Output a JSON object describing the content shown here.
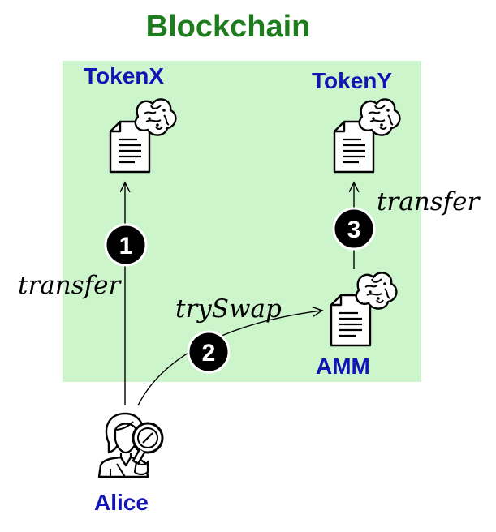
{
  "title": "Blockchain",
  "nodes": {
    "token_x": "TokenX",
    "token_y": "TokenY",
    "amm": "AMM",
    "alice": "Alice"
  },
  "edges": {
    "transfer_x": "transfer",
    "try_swap": "trySwap",
    "transfer_y": "transfer"
  },
  "steps": [
    "1",
    "2",
    "3"
  ],
  "colors": {
    "title": "#1e7b1e",
    "node_label": "#1414b4",
    "region_fill": "#ccf5cc"
  },
  "icons": {
    "contract": "smart-contract-brain-icon",
    "user": "user-magnifier-icon"
  }
}
